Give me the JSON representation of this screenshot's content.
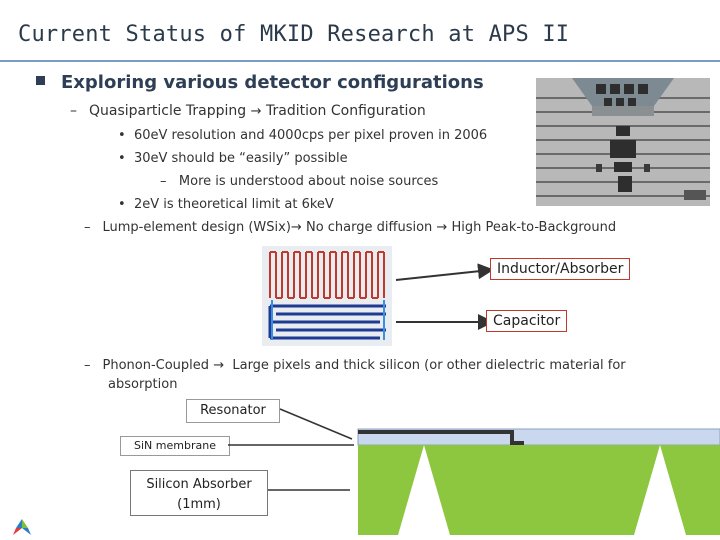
{
  "slide": {
    "title": "Current Status of MKID Research at APS II",
    "bullet": "Exploring various detector configurations",
    "items": {
      "qp": "Quasiparticle Trapping",
      "qp_tail": "Tradition Configuration",
      "r1": "60eV resolution and 4000cps per pixel proven in 2006",
      "r2": "30eV should be “easily” possible",
      "r2a": "More is understood about noise sources",
      "r3": "2eV is theoretical limit at 6keV",
      "lump": "Lump-element design  (WSix)",
      "lump_mid": "No charge diffusion",
      "lump_tail": "High Peak-to-Background",
      "phonon": "Phonon-Coupled",
      "phonon_tail": "Large pixels and thick silicon  (or other dielectric material  for",
      "phonon_tail2": "absorption"
    },
    "callouts": {
      "inductor": "Inductor/Absorber",
      "capacitor": "Capacitor",
      "resonator": "Resonator",
      "membrane": "SiN membrane",
      "absorber": "Silicon Absorber",
      "absorber_size": "(1mm)"
    },
    "colors": {
      "accent": "#2d3e55",
      "rule": "#7a9cc6",
      "resonator": "#c0392b",
      "silicon": "#8dc63f"
    }
  }
}
